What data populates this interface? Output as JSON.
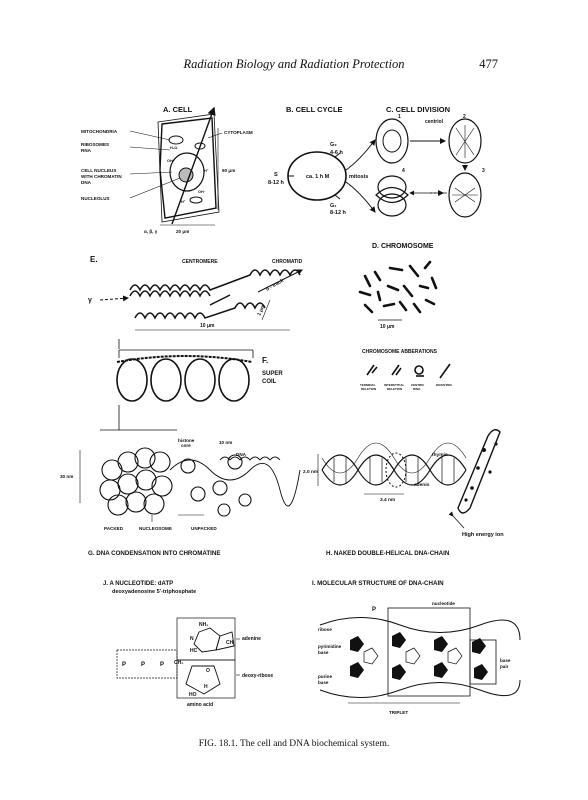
{
  "header": {
    "running_title": "Radiation Biology and Radiation Protection",
    "page_number": "477"
  },
  "panel_a": {
    "title": "A.  CELL",
    "labels": [
      "MITOCHONDRIA",
      "RIBOSOMES",
      "RNA",
      "CELL NUCLEUS",
      "WITH CHROMATIN",
      "DNA",
      "NUCLEOLUS",
      "CYTOPLASM",
      "60 μm",
      "20 μm",
      "α, β, γ"
    ],
    "inside": [
      "H₂O",
      "OH⁻",
      "H⁺",
      "OH⁻",
      "H⁺"
    ]
  },
  "panel_b": {
    "title": "B.  CELL CYCLE",
    "labels": [
      "G₂",
      "4-6 h",
      "S",
      "8-12 h",
      "ca. 1 h M",
      "mitosis",
      "G₁",
      "8-12 h"
    ]
  },
  "panel_c": {
    "title": "C.  CELL  DIVISION",
    "labels": [
      "centriol",
      "1",
      "2",
      "3",
      "4"
    ]
  },
  "panel_d": {
    "title": "D.  CHROMOSOME",
    "scale": "10 μm",
    "aberr_title": "CHROMOSOME ABBERATIONS",
    "aberr": [
      {
        "l1": "TERMINAL",
        "l2": "DELETION"
      },
      {
        "l1": "INTERSTITIAL",
        "l2": "DELETION"
      },
      {
        "l1": "CENTRIC",
        "l2": "RING"
      },
      {
        "l1": "DICENTRIC",
        "l2": ""
      }
    ]
  },
  "panel_e": {
    "title": "E.",
    "labels": [
      "CENTROMERE",
      "CHROMATID",
      "δ - track",
      "γ",
      "10 μm",
      "1 μm"
    ]
  },
  "panel_f": {
    "title": "F.",
    "labels": [
      "SUPER",
      "COIL"
    ]
  },
  "panel_g": {
    "labels": [
      "histone",
      "core",
      "10 nm",
      "DNA",
      "30 nm",
      "PACKED",
      "NUCLEOSOME",
      "UNPACKED"
    ],
    "caption": "G.  DNA CONDENSATION INTO CHROMATINE"
  },
  "panel_h": {
    "labels": [
      "thymin",
      "adenin",
      "2.0 nm",
      "3.4 nm",
      "High energy ion"
    ],
    "caption": "H.  NAKED DOUBLE-HELICAL DNA-CHAIN"
  },
  "panel_j": {
    "title": "J.   A NUCLEOTIDE: dATP",
    "subtitle": "deoxyadenosine 5'-triphosphate",
    "labels": [
      "adenine",
      "deoxy-ribose",
      "amino acid",
      "NH₂",
      "N",
      "CH",
      "HC",
      "O",
      "HO",
      "H",
      "CH₂",
      "P"
    ]
  },
  "panel_i": {
    "title": "I.   MOLECULAR STRUCTURE OF DNA-CHAIN",
    "labels": [
      "P",
      "nucleotide",
      "ribose",
      "pyrimidine",
      "base",
      "purine",
      "base",
      "base",
      "pair",
      "TRIPLET"
    ]
  },
  "caption": "FIG. 18.1. The cell and DNA biochemical system."
}
